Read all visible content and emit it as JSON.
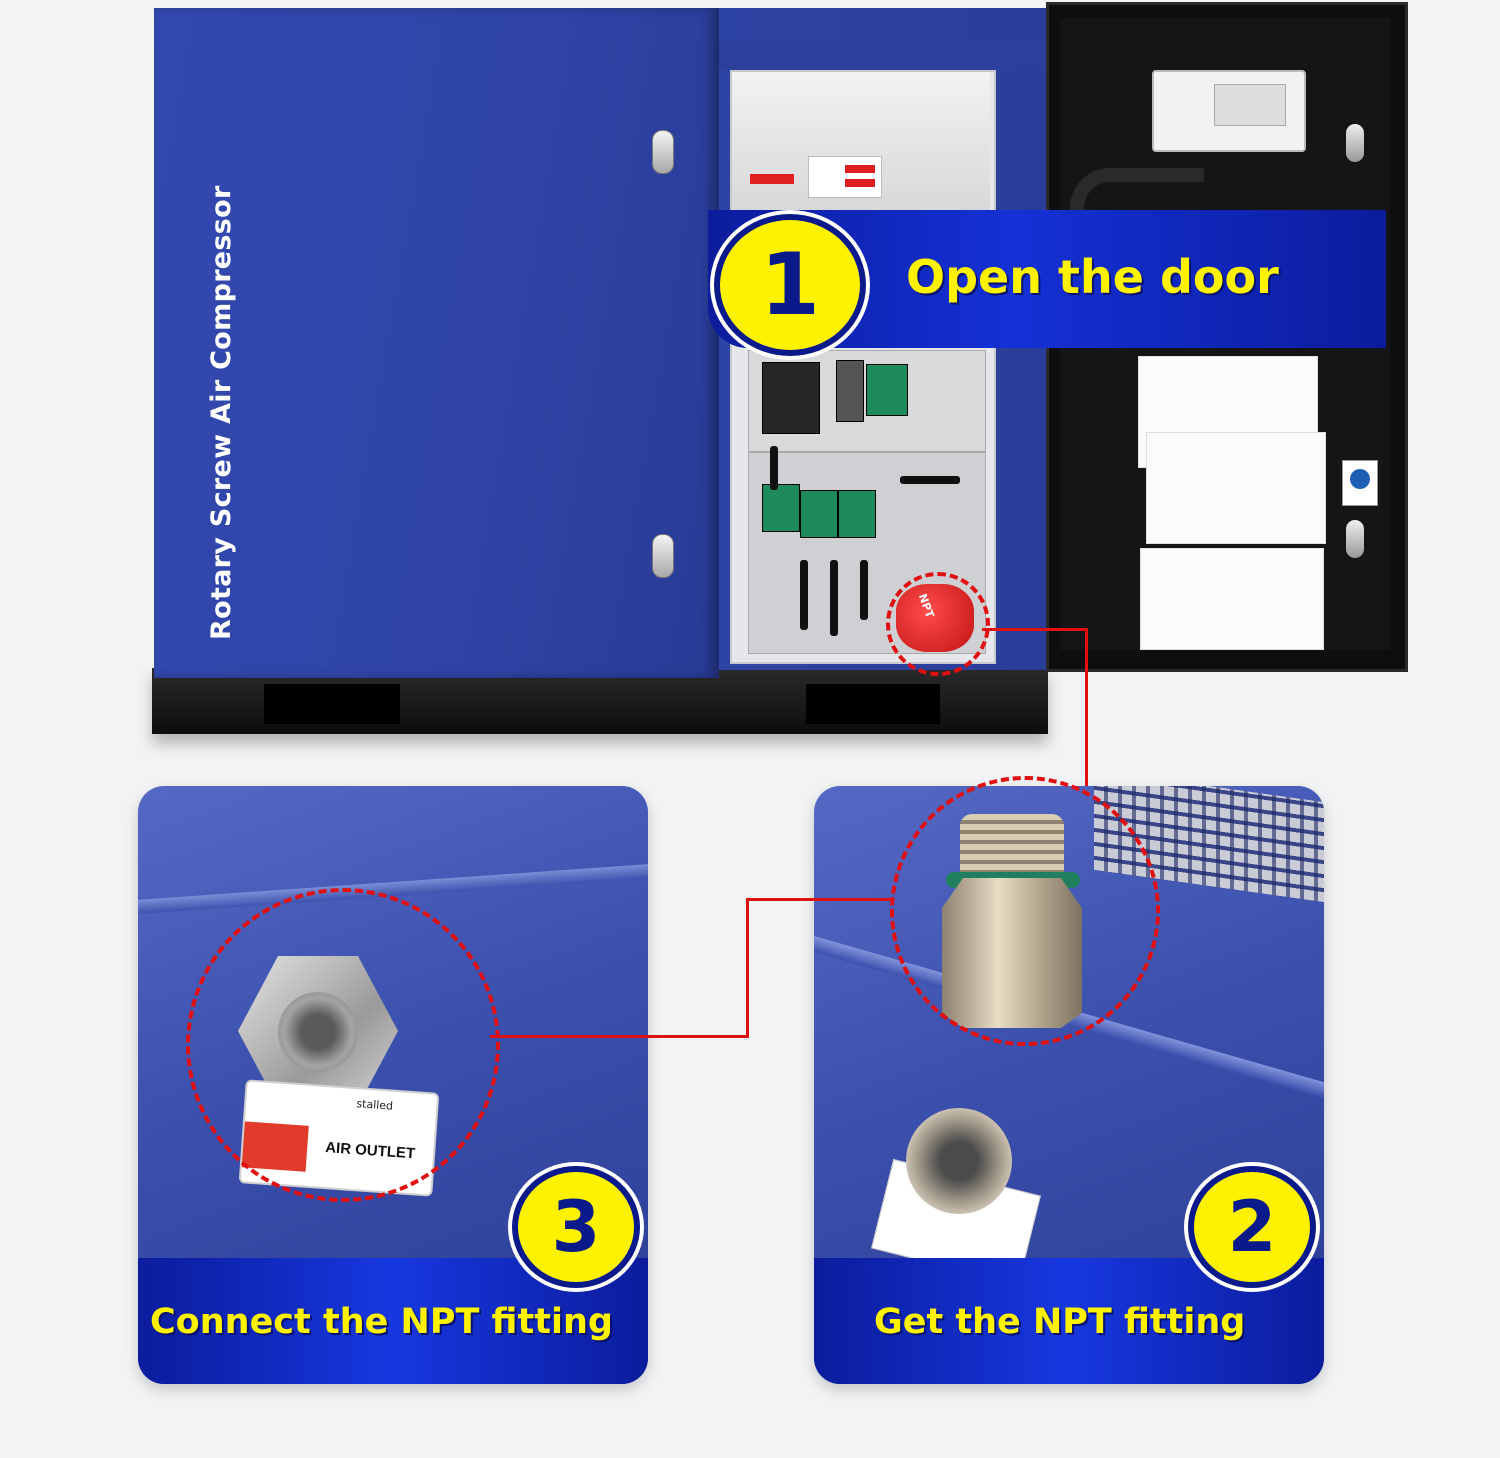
{
  "unit": {
    "side_label": "Rotary Screw Air Compressor",
    "fitting_tag": "NPT"
  },
  "steps": [
    {
      "number": "1",
      "label": "Open the door"
    },
    {
      "number": "2",
      "label": "Get the NPT fitting"
    },
    {
      "number": "3",
      "label": "Connect the NPT fitting"
    }
  ],
  "outlet_label": {
    "top_text": "stalled",
    "main_text": "AIR OUTLET"
  },
  "colors": {
    "banner_blue": "#1531d6",
    "step_yellow": "#fff200",
    "highlight_red": "#e01010",
    "cabinet_blue": "#3148ab"
  }
}
